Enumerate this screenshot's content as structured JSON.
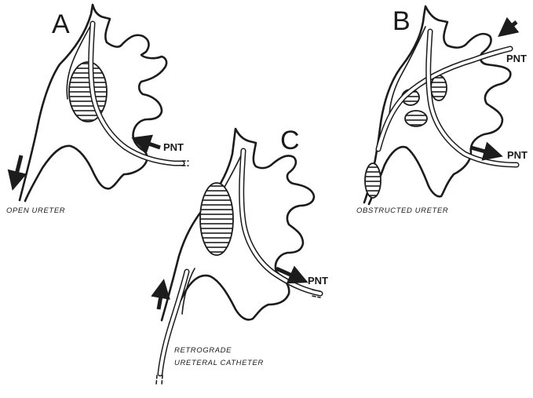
{
  "panels": {
    "a": {
      "letter": "A",
      "caption": "OPEN URETER",
      "pnt_label": "PNT"
    },
    "b": {
      "letter": "B",
      "caption": "OBSTRUCTED URETER",
      "pnt_top_label": "PNT",
      "pnt_bottom_label": "PNT"
    },
    "c": {
      "letter": "C",
      "caption_line1": "RETROGRADE",
      "caption_line2": "URETERAL CATHETER",
      "pnt_label": "PNT"
    }
  }
}
